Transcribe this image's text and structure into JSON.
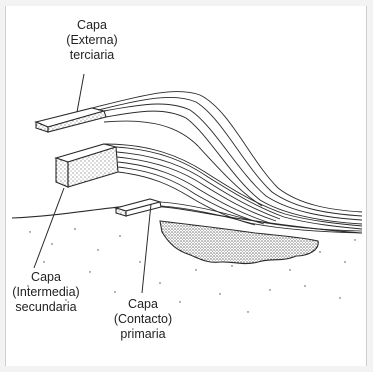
{
  "labels": {
    "tertiary": {
      "line1": "Capa",
      "line2": "(Externa)",
      "line3": "terciaria"
    },
    "secondary": {
      "line1": "Capa",
      "line2": "(Intermedia)",
      "line3": "secundaria"
    },
    "primary": {
      "line1": "Capa",
      "line2": "(Contacto)",
      "line3": "primaria"
    }
  },
  "colors": {
    "ink": "#2a2a2a",
    "paper": "#ffffff",
    "background": "#f3f3f3"
  }
}
